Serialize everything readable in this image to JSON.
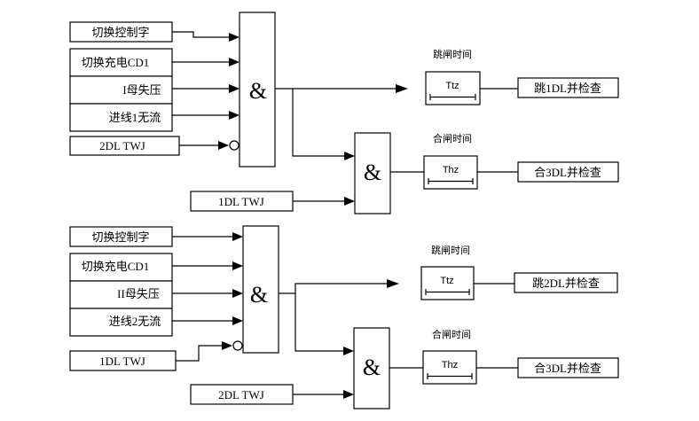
{
  "upper": {
    "inputs": [
      "切换控制字",
      "切换充电CD1",
      "I母失压",
      "进线1无流"
    ],
    "blocked_input": "2DL TWJ",
    "and_symbol": "&",
    "second_and_input": "1DL TWJ",
    "trip_timer": {
      "caption": "跳闸时间",
      "label": "Ttz",
      "output": "跳1DL并检查"
    },
    "close_timer": {
      "caption": "合闸时间",
      "label": "Thz",
      "output": "合3DL并检查"
    }
  },
  "lower": {
    "inputs": [
      "切换控制字",
      "切换充电CD1",
      "II母失压",
      "进线2无流"
    ],
    "blocked_input": "1DL TWJ",
    "and_symbol": "&",
    "second_and_input": "2DL TWJ",
    "trip_timer": {
      "caption": "跳闸时间",
      "label": "Ttz",
      "output": "跳2DL并检查"
    },
    "close_timer": {
      "caption": "合闸时间",
      "label": "Thz",
      "output": "合3DL并检查"
    }
  }
}
